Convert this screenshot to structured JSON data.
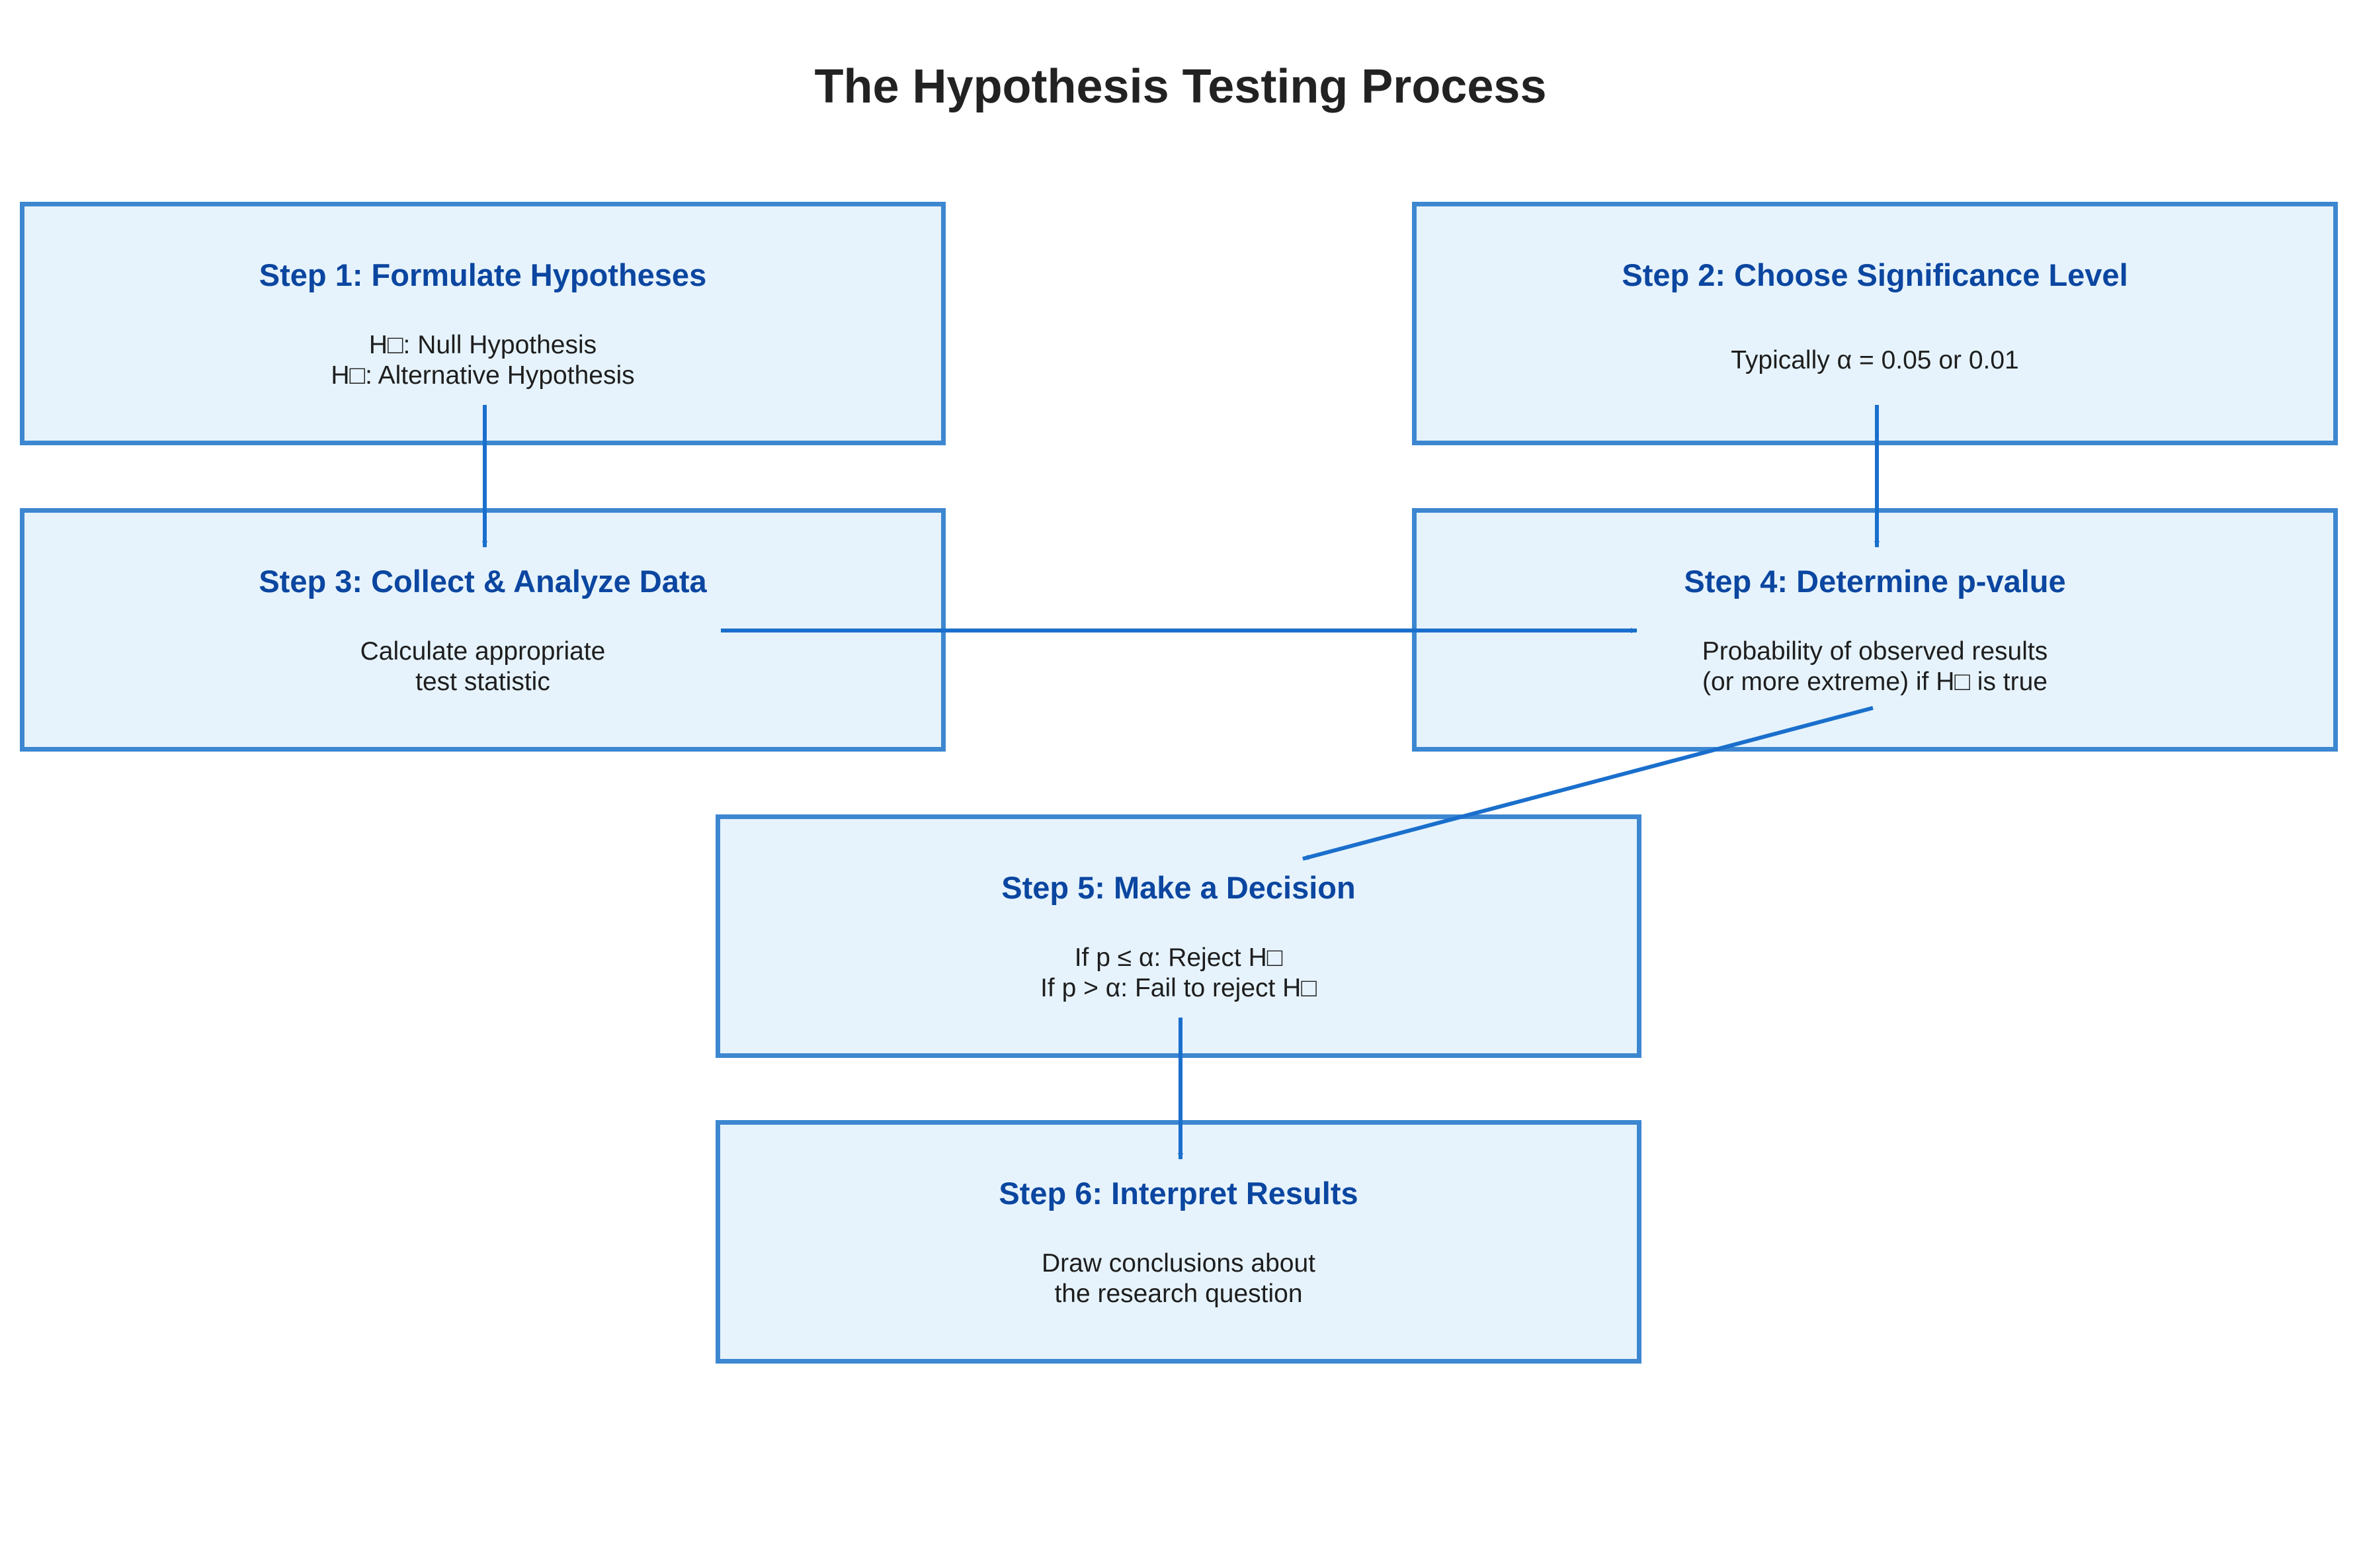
{
  "diagram": {
    "title": "The Hypothesis Testing Process",
    "colors": {
      "box_fill": "#e6f3fc",
      "box_border": "#3d87d1",
      "step_title": "#0b46a0",
      "body_text": "#1e1e1e",
      "arrow": "#1a6fcc",
      "title_text": "#222222"
    },
    "steps": [
      {
        "title": "Step 1: Formulate Hypotheses",
        "lines": [
          "H□: Null Hypothesis",
          "H□: Alternative Hypothesis"
        ]
      },
      {
        "title": "Step 2: Choose Significance Level",
        "lines": [
          "Typically α = 0.05 or 0.01"
        ]
      },
      {
        "title": "Step 3: Collect & Analyze Data",
        "lines": [
          "Calculate appropriate",
          "test statistic"
        ]
      },
      {
        "title": "Step 4: Determine p-value",
        "lines": [
          "Probability of observed results",
          "(or more extreme) if H□ is true"
        ]
      },
      {
        "title": "Step 5: Make a Decision",
        "lines": [
          "If p ≤ α: Reject H□",
          "If p > α: Fail to reject H□"
        ]
      },
      {
        "title": "Step 6: Interpret Results",
        "lines": [
          "Draw conclusions about",
          "the research question"
        ]
      }
    ],
    "edges": [
      {
        "from": "Step 1: Formulate Hypotheses",
        "to": "Step 3: Collect & Analyze Data"
      },
      {
        "from": "Step 2: Choose Significance Level",
        "to": "Step 4: Determine p-value"
      },
      {
        "from": "Step 3: Collect & Analyze Data",
        "to": "Step 4: Determine p-value"
      },
      {
        "from": "Step 4: Determine p-value",
        "to": "Step 5: Make a Decision"
      },
      {
        "from": "Step 5: Make a Decision",
        "to": "Step 6: Interpret Results"
      }
    ]
  }
}
